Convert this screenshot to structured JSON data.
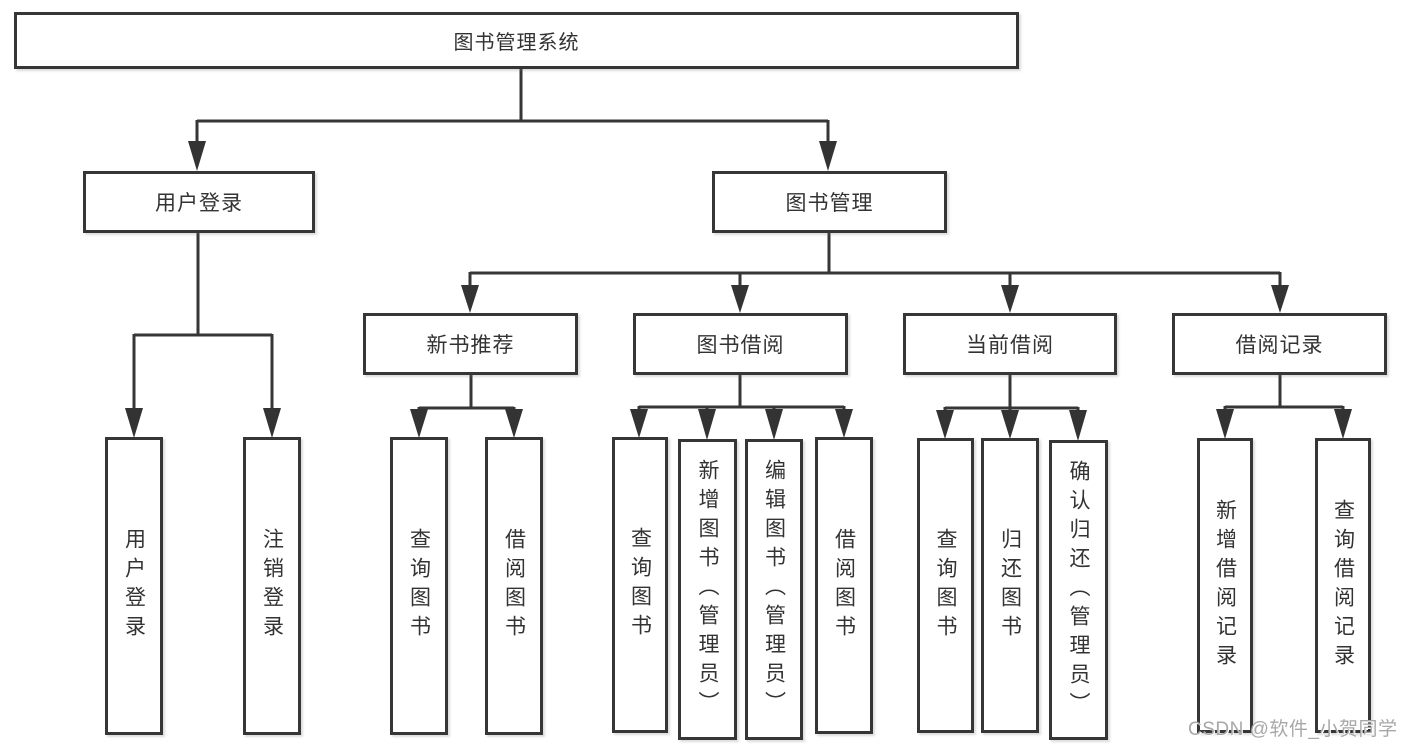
{
  "diagram": {
    "root": {
      "label": "图书管理系统"
    },
    "branches": [
      {
        "label": "用户登录",
        "children": [
          "用户登录",
          "注销登录"
        ]
      },
      {
        "label": "图书管理",
        "sections": [
          {
            "label": "新书推荐",
            "children": [
              "查询图书",
              "借阅图书"
            ]
          },
          {
            "label": "图书借阅",
            "children": [
              "查询图书",
              "新增图书（管理员）",
              "编辑图书（管理员）",
              "借阅图书"
            ]
          },
          {
            "label": "当前借阅",
            "children": [
              "查询图书",
              "归还图书",
              "确认归还（管理员）"
            ]
          },
          {
            "label": "借阅记录",
            "children": [
              "新增借阅记录",
              "查询借阅记录"
            ]
          }
        ]
      }
    ]
  },
  "colors": {
    "line": "#363636",
    "text": "#333333",
    "box_fill": "#ffffff",
    "watermark": "#a8a8a8"
  },
  "watermark": "CSDN @软件_小贺同学"
}
